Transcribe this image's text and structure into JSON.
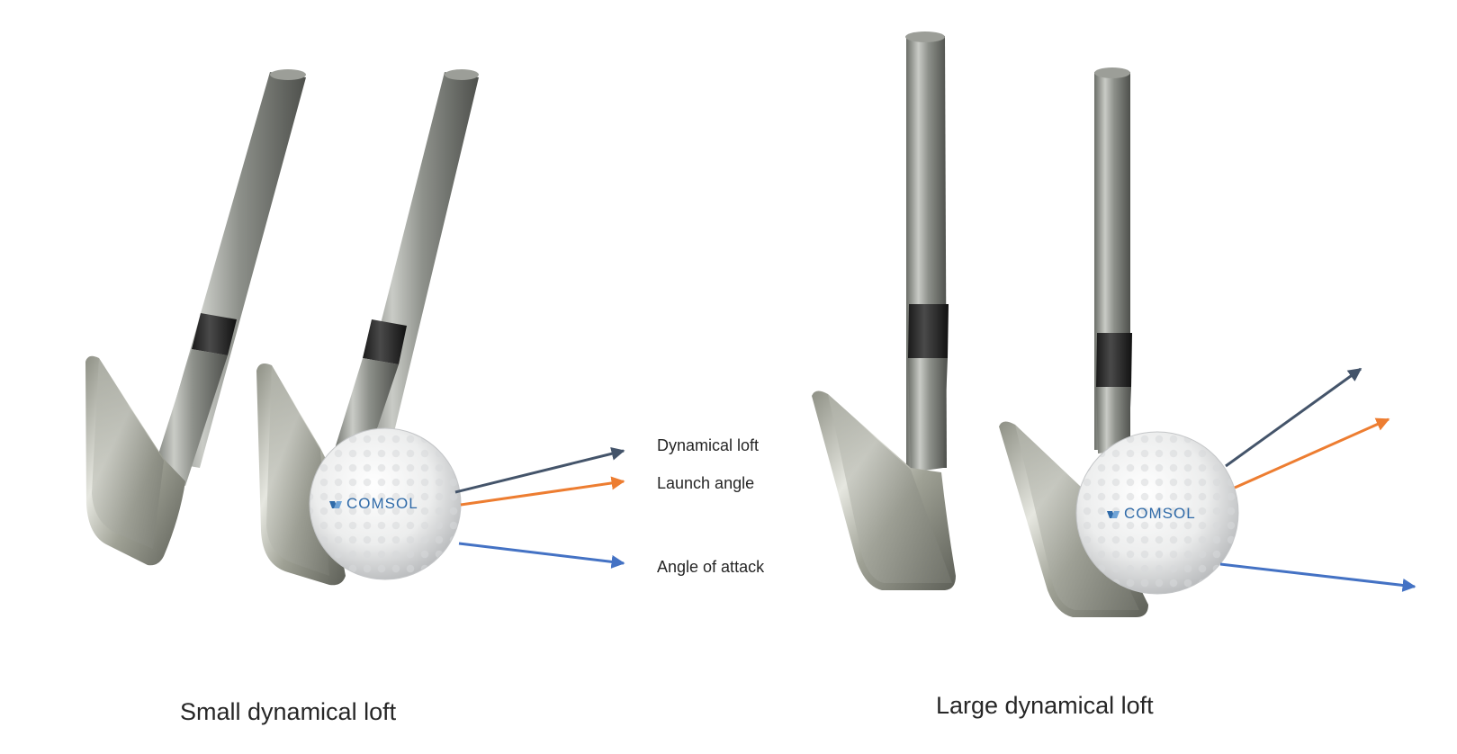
{
  "colors": {
    "dynamical_loft": "#44546a",
    "launch_angle": "#ed7d31",
    "angle_of_attack": "#4472c4"
  },
  "labels": {
    "dynamical_loft": "Dynamical loft",
    "launch_angle": "Launch angle",
    "angle_of_attack": "Angle of attack"
  },
  "panels": {
    "small": {
      "caption": "Small dynamical loft"
    },
    "large": {
      "caption": "Large dynamical loft"
    }
  },
  "ball_logo": "COMSOL"
}
